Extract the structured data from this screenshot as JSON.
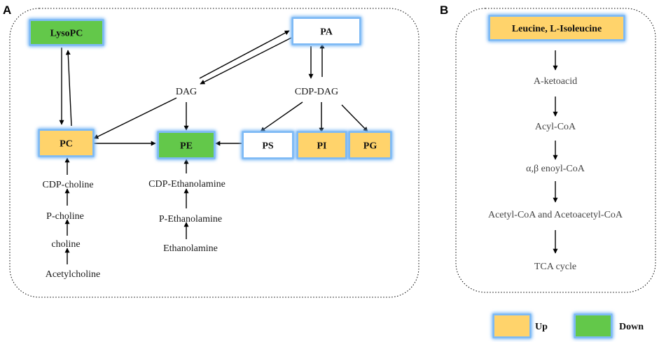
{
  "colors": {
    "up": "#FFD36B",
    "down": "#63C84A",
    "none": "#FFFFFF",
    "glow": "#7AB8F5"
  },
  "panels": {
    "a": {
      "label": "A"
    },
    "b": {
      "label": "B"
    }
  },
  "panel_a": {
    "nodes": [
      {
        "id": "lysopc",
        "label": "LysoPC",
        "kind": "box",
        "status": "down"
      },
      {
        "id": "pa",
        "label": "PA",
        "kind": "box",
        "status": "none"
      },
      {
        "id": "dag",
        "label": "DAG",
        "kind": "text"
      },
      {
        "id": "cdpdag",
        "label": "CDP-DAG",
        "kind": "text"
      },
      {
        "id": "pc",
        "label": "PC",
        "kind": "box",
        "status": "up"
      },
      {
        "id": "pe",
        "label": "PE",
        "kind": "box",
        "status": "down"
      },
      {
        "id": "ps",
        "label": "PS",
        "kind": "box",
        "status": "none"
      },
      {
        "id": "pi",
        "label": "PI",
        "kind": "box",
        "status": "up"
      },
      {
        "id": "pg",
        "label": "PG",
        "kind": "box",
        "status": "up"
      },
      {
        "id": "cdpcholine",
        "label": "CDP-choline",
        "kind": "text"
      },
      {
        "id": "pcholine",
        "label": "P-choline",
        "kind": "text"
      },
      {
        "id": "choline",
        "label": "choline",
        "kind": "text"
      },
      {
        "id": "acetylcholine",
        "label": "Acetylcholine",
        "kind": "text"
      },
      {
        "id": "cdpeth",
        "label": "CDP-Ethanolamine",
        "kind": "text"
      },
      {
        "id": "peth",
        "label": "P-Ethanolamine",
        "kind": "text"
      },
      {
        "id": "eth",
        "label": "Ethanolamine",
        "kind": "text"
      }
    ],
    "edges": [
      {
        "from": "lysopc",
        "to": "pc"
      },
      {
        "from": "pc",
        "to": "lysopc"
      },
      {
        "from": "dag",
        "to": "pa"
      },
      {
        "from": "pa",
        "to": "dag"
      },
      {
        "from": "pa",
        "to": "cdpdag"
      },
      {
        "from": "cdpdag",
        "to": "pa"
      },
      {
        "from": "dag",
        "to": "pc"
      },
      {
        "from": "dag",
        "to": "pe"
      },
      {
        "from": "pc",
        "to": "pe"
      },
      {
        "from": "ps",
        "to": "pe"
      },
      {
        "from": "cdpdag",
        "to": "ps"
      },
      {
        "from": "cdpdag",
        "to": "pi"
      },
      {
        "from": "cdpdag",
        "to": "pg"
      },
      {
        "from": "cdpcholine",
        "to": "pc"
      },
      {
        "from": "pcholine",
        "to": "cdpcholine"
      },
      {
        "from": "choline",
        "to": "pcholine"
      },
      {
        "from": "acetylcholine",
        "to": "choline"
      },
      {
        "from": "cdpeth",
        "to": "pe"
      },
      {
        "from": "peth",
        "to": "cdpeth"
      },
      {
        "from": "eth",
        "to": "peth"
      }
    ]
  },
  "panel_b": {
    "nodes": [
      {
        "id": "leu",
        "label": "Leucine, L-Isoleucine",
        "kind": "box",
        "status": "up"
      },
      {
        "id": "ketoacid",
        "label": "A-ketoacid",
        "kind": "text"
      },
      {
        "id": "acylcoa",
        "label": "Acyl-CoA",
        "kind": "text"
      },
      {
        "id": "enoyl",
        "label": "α,β enoyl-CoA",
        "kind": "text"
      },
      {
        "id": "acetyl",
        "label": "Acetyl-CoA and Acetoacetyl-CoA",
        "kind": "text"
      },
      {
        "id": "tca",
        "label": "TCA cycle",
        "kind": "text"
      }
    ],
    "edges": [
      {
        "from": "leu",
        "to": "ketoacid"
      },
      {
        "from": "ketoacid",
        "to": "acylcoa"
      },
      {
        "from": "acylcoa",
        "to": "enoyl"
      },
      {
        "from": "enoyl",
        "to": "acetyl"
      },
      {
        "from": "acetyl",
        "to": "tca"
      }
    ]
  },
  "legend": [
    {
      "id": "up",
      "label": "Up",
      "status": "up"
    },
    {
      "id": "down",
      "label": "Down",
      "status": "down"
    }
  ]
}
